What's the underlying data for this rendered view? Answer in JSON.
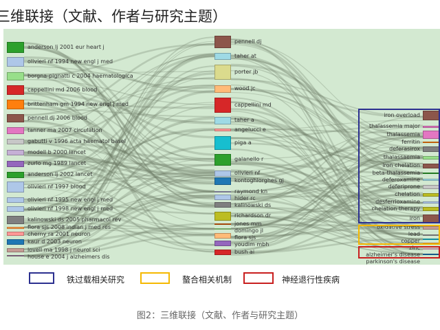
{
  "title": "三维联接（文献、作者与研究主题）",
  "references": [
    {
      "label": "anderson lj 2001 eur heart j",
      "color": "#2ca02c"
    },
    {
      "label": "olivieri nf 1994 new engl j med",
      "color": "#aec7e8"
    },
    {
      "label": "borgna-pignatti c 2004 haematologica",
      "color": "#98df8a"
    },
    {
      "label": "cappellini md 2006 blood",
      "color": "#d62728"
    },
    {
      "label": "brittenham gm 1994 new engl j med",
      "color": "#ff7f0e"
    },
    {
      "label": "pennell dj 2006 blood",
      "color": "#8c564b"
    },
    {
      "label": "tanner ma 2007 circulation",
      "color": "#e377c2"
    },
    {
      "label": "gabutti v 1996 acta haematol basel",
      "color": "#c7c7c7"
    },
    {
      "label": "modell b 2000 lancet",
      "color": "#c5b0d5"
    },
    {
      "label": "zurlo mg 1989 lancet",
      "color": "#9467bd"
    },
    {
      "label": "anderson lj 2002 lancet",
      "color": "#2ca02c"
    },
    {
      "label": "olivieri nf 1997 blood",
      "color": "#aec7e8"
    },
    {
      "label": "olivieri nf 1995 new engl j med",
      "color": "#aec7e8"
    },
    {
      "label": "olivieri nf 1998 new engl j med",
      "color": "#aec7e8"
    },
    {
      "label": "kalinowski ds 2005 pharmacol rev",
      "color": "#7f7f7f"
    },
    {
      "label": "flora sjs 2008 indian j med res",
      "color": "#ff9f4a"
    },
    {
      "label": "cherny ra 2001 neuron",
      "color": "#ff9896"
    },
    {
      "label": "kaur d 2003 neuron",
      "color": "#1f77b4"
    },
    {
      "label": "lovell ma 1998 j neurol sci",
      "color": "#c49c94"
    },
    {
      "label": "house e 2004 j alzheimers dis",
      "color": "#9e7b9b"
    }
  ],
  "authors": [
    {
      "label": "pennell dj",
      "color": "#8c564b"
    },
    {
      "label": "taher at",
      "color": "#9edae5"
    },
    {
      "label": "porter jb",
      "color": "#dbdb8d"
    },
    {
      "label": "wood jc",
      "color": "#ffbb78"
    },
    {
      "label": "cappellini md",
      "color": "#d62728"
    },
    {
      "label": "taher a",
      "color": "#9edae5"
    },
    {
      "label": "angelucci e",
      "color": "#ff9896"
    },
    {
      "label": "piga a",
      "color": "#17becf"
    },
    {
      "label": "galanello r",
      "color": "#2ca02c"
    },
    {
      "label": "olivieri nf",
      "color": "#aec7e8"
    },
    {
      "label": "kontoghiorghes gj",
      "color": "#1f77b4"
    },
    {
      "label": "raymond kn",
      "color": "#9e9ec0"
    },
    {
      "label": "hider rc",
      "color": "#aec7e8"
    },
    {
      "label": "kalinowski ds",
      "color": "#7f7f7f"
    },
    {
      "label": "richardson dr",
      "color": "#bcbd22"
    },
    {
      "label": "jones mm",
      "color": "#d95f0e"
    },
    {
      "label": "domingo jl",
      "color": "#98df8a"
    },
    {
      "label": "flora sjs",
      "color": "#ffbb78"
    },
    {
      "label": "youdim mbh",
      "color": "#9467bd"
    },
    {
      "label": "bush ai",
      "color": "#d62728"
    }
  ],
  "keywords": [
    {
      "label": "iron overload",
      "color": "#8c564b"
    },
    {
      "label": "thalassemia major",
      "color": "#e377c2"
    },
    {
      "label": "thalassemia",
      "color": "#e377c2"
    },
    {
      "label": "ferritin",
      "color": "#ff7f0e"
    },
    {
      "label": "deferasirox",
      "color": "#7f7f7f"
    },
    {
      "label": "thalassaemia",
      "color": "#98df8a"
    },
    {
      "label": "iron chelation",
      "color": "#8c564b"
    },
    {
      "label": "beta-thalassemia",
      "color": "#2ca02c"
    },
    {
      "label": "deferoxamine",
      "color": "#9edae5"
    },
    {
      "label": "deferiprone",
      "color": "#c7c7c7"
    },
    {
      "label": "chelation",
      "color": "#bcbd22"
    },
    {
      "label": "desferrioxamine",
      "color": "#aec7e8"
    },
    {
      "label": "chelation therapy",
      "color": "#bcbd22"
    },
    {
      "label": "iron",
      "color": "#8c564b"
    },
    {
      "label": "oxidative stress",
      "color": "#c49c94"
    },
    {
      "label": "lead",
      "color": "#999999"
    },
    {
      "label": "copper",
      "color": "#17becf"
    },
    {
      "label": "zinc",
      "color": "#ff9f4a"
    },
    {
      "label": "alzheimer's disease",
      "color": "#f7b6d2"
    },
    {
      "label": "parkinson's disease",
      "color": "#1f77b4"
    }
  ],
  "groups": [
    {
      "label": "铁过载相关研究",
      "color": "#2b2f8f"
    },
    {
      "label": "螯合相关机制",
      "color": "#f5b800"
    },
    {
      "label": "神经退行性疾病",
      "color": "#c81e1e"
    }
  ],
  "caption": "图2：三维联接（文献、作者与研究主题）"
}
